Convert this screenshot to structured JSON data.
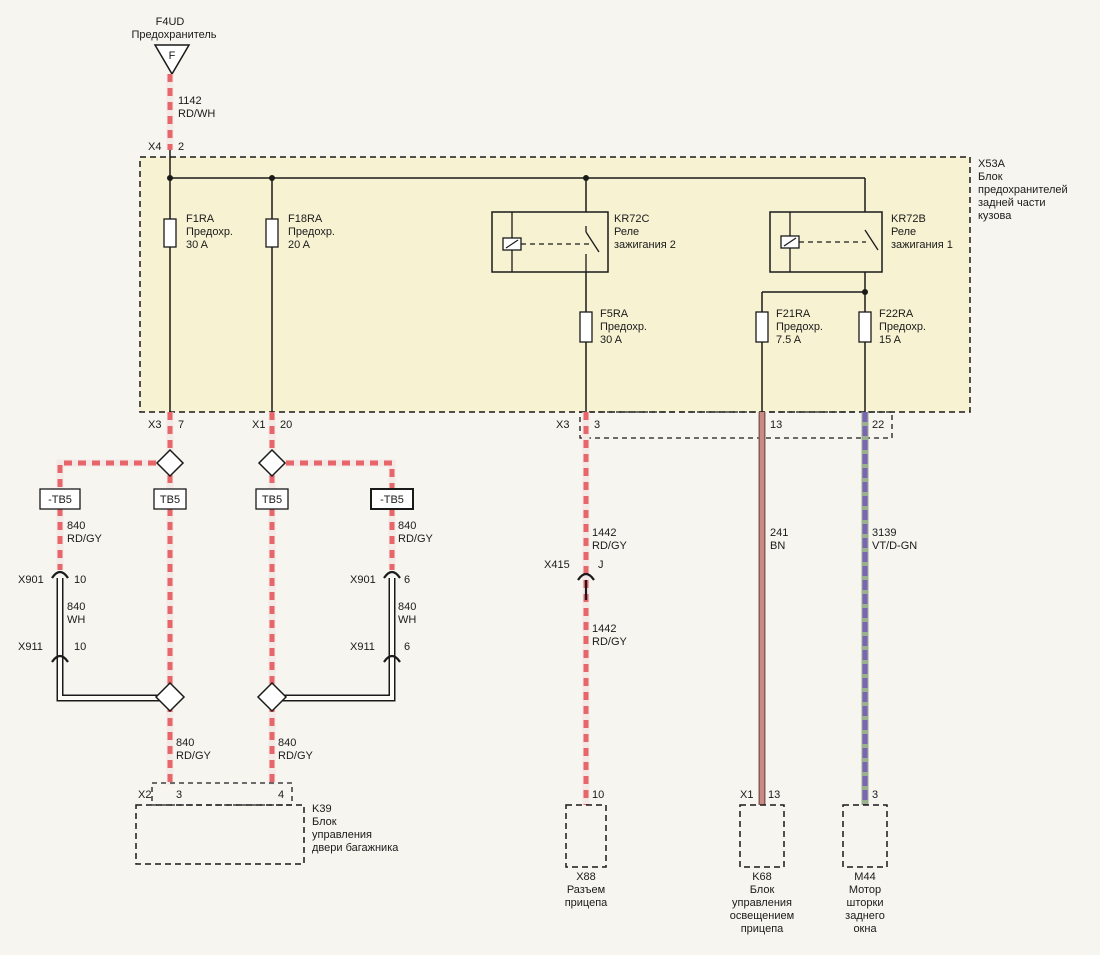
{
  "source_fuse": {
    "id": "F4UD",
    "name": "Предохранитель",
    "symbol": "F"
  },
  "feed_wire": {
    "circuit": "1142",
    "color": "RD/WH"
  },
  "feed_connector": {
    "name": "X4",
    "pin": "2"
  },
  "box": {
    "id": "X53A",
    "lines": [
      "Блок",
      "предохранителей",
      "задней части",
      "кузова"
    ]
  },
  "fuses": {
    "f1ra": {
      "id": "F1RA",
      "label": "Предохр.",
      "rating": "30 A"
    },
    "f18ra": {
      "id": "F18RA",
      "label": "Предохр.",
      "rating": "20 A"
    },
    "f5ra": {
      "id": "F5RA",
      "label": "Предохр.",
      "rating": "30 A"
    },
    "f21ra": {
      "id": "F21RA",
      "label": "Предохр.",
      "rating": "7.5 A"
    },
    "f22ra": {
      "id": "F22RA",
      "label": "Предохр.",
      "rating": "15 A"
    }
  },
  "relays": {
    "kr72c": {
      "id": "KR72C",
      "line1": "Реле",
      "line2": "зажигания 2"
    },
    "kr72b": {
      "id": "KR72B",
      "line1": "Реле",
      "line2": "зажигания 1"
    }
  },
  "out_pins": {
    "x3_7": {
      "conn": "X3",
      "pin": "7"
    },
    "x1_20": {
      "conn": "X1",
      "pin": "20"
    },
    "x3_3": {
      "conn": "X3",
      "pin": "3"
    },
    "p13": {
      "pin": "13"
    },
    "p22": {
      "pin": "22"
    }
  },
  "splice_labels": {
    "tb5_left_neg": "-TB5",
    "tb5_left": "TB5",
    "tb5_right": "TB5",
    "tb5_right_neg": "-TB5"
  },
  "wires": {
    "w840_left": {
      "circuit": "840",
      "color": "RD/GY"
    },
    "w840_right": {
      "circuit": "840",
      "color": "RD/GY"
    },
    "w840wh_left": {
      "circuit": "840",
      "color": "WH"
    },
    "w840wh_right": {
      "circuit": "840",
      "color": "WH"
    },
    "w840_bl": {
      "circuit": "840",
      "color": "RD/GY"
    },
    "w840_br": {
      "circuit": "840",
      "color": "RD/GY"
    },
    "w1442_top": {
      "circuit": "1442",
      "color": "RD/GY"
    },
    "w1442_bot": {
      "circuit": "1442",
      "color": "RD/GY"
    },
    "w241": {
      "circuit": "241",
      "color": "BN"
    },
    "w3139": {
      "circuit": "3139",
      "color": "VT/D-GN"
    }
  },
  "inline_connectors": {
    "x901_l": {
      "name": "X901",
      "pin": "10"
    },
    "x911_l": {
      "name": "X911",
      "pin": "10"
    },
    "x901_r": {
      "name": "X901",
      "pin": "6"
    },
    "x911_r": {
      "name": "X911",
      "pin": "6"
    },
    "x415": {
      "name": "X415",
      "pin": "J"
    }
  },
  "components": {
    "k39": {
      "id": "K39",
      "conn": "X2",
      "pin_a": "3",
      "pin_b": "4",
      "lines": [
        "Блок",
        "управления",
        "двери багажника"
      ]
    },
    "x88": {
      "id": "X88",
      "pin": "10",
      "lines": [
        "Разъем",
        "прицепа"
      ]
    },
    "k68": {
      "id": "K68",
      "conn": "X1",
      "pin": "13",
      "lines": [
        "Блок",
        "управления",
        "освещением",
        "прицепа"
      ]
    },
    "m44": {
      "id": "M44",
      "pin": "3",
      "lines": [
        "Мотор",
        "шторки",
        "заднего",
        "окна"
      ]
    }
  },
  "colors": {
    "red": "#e8656a",
    "white": "#f3e9e6",
    "brown": "#c98a86",
    "violet": "#7a64b4",
    "green": "#9bb08e",
    "box_fill": "#f7f3d2",
    "line": "#1a1a1a"
  }
}
